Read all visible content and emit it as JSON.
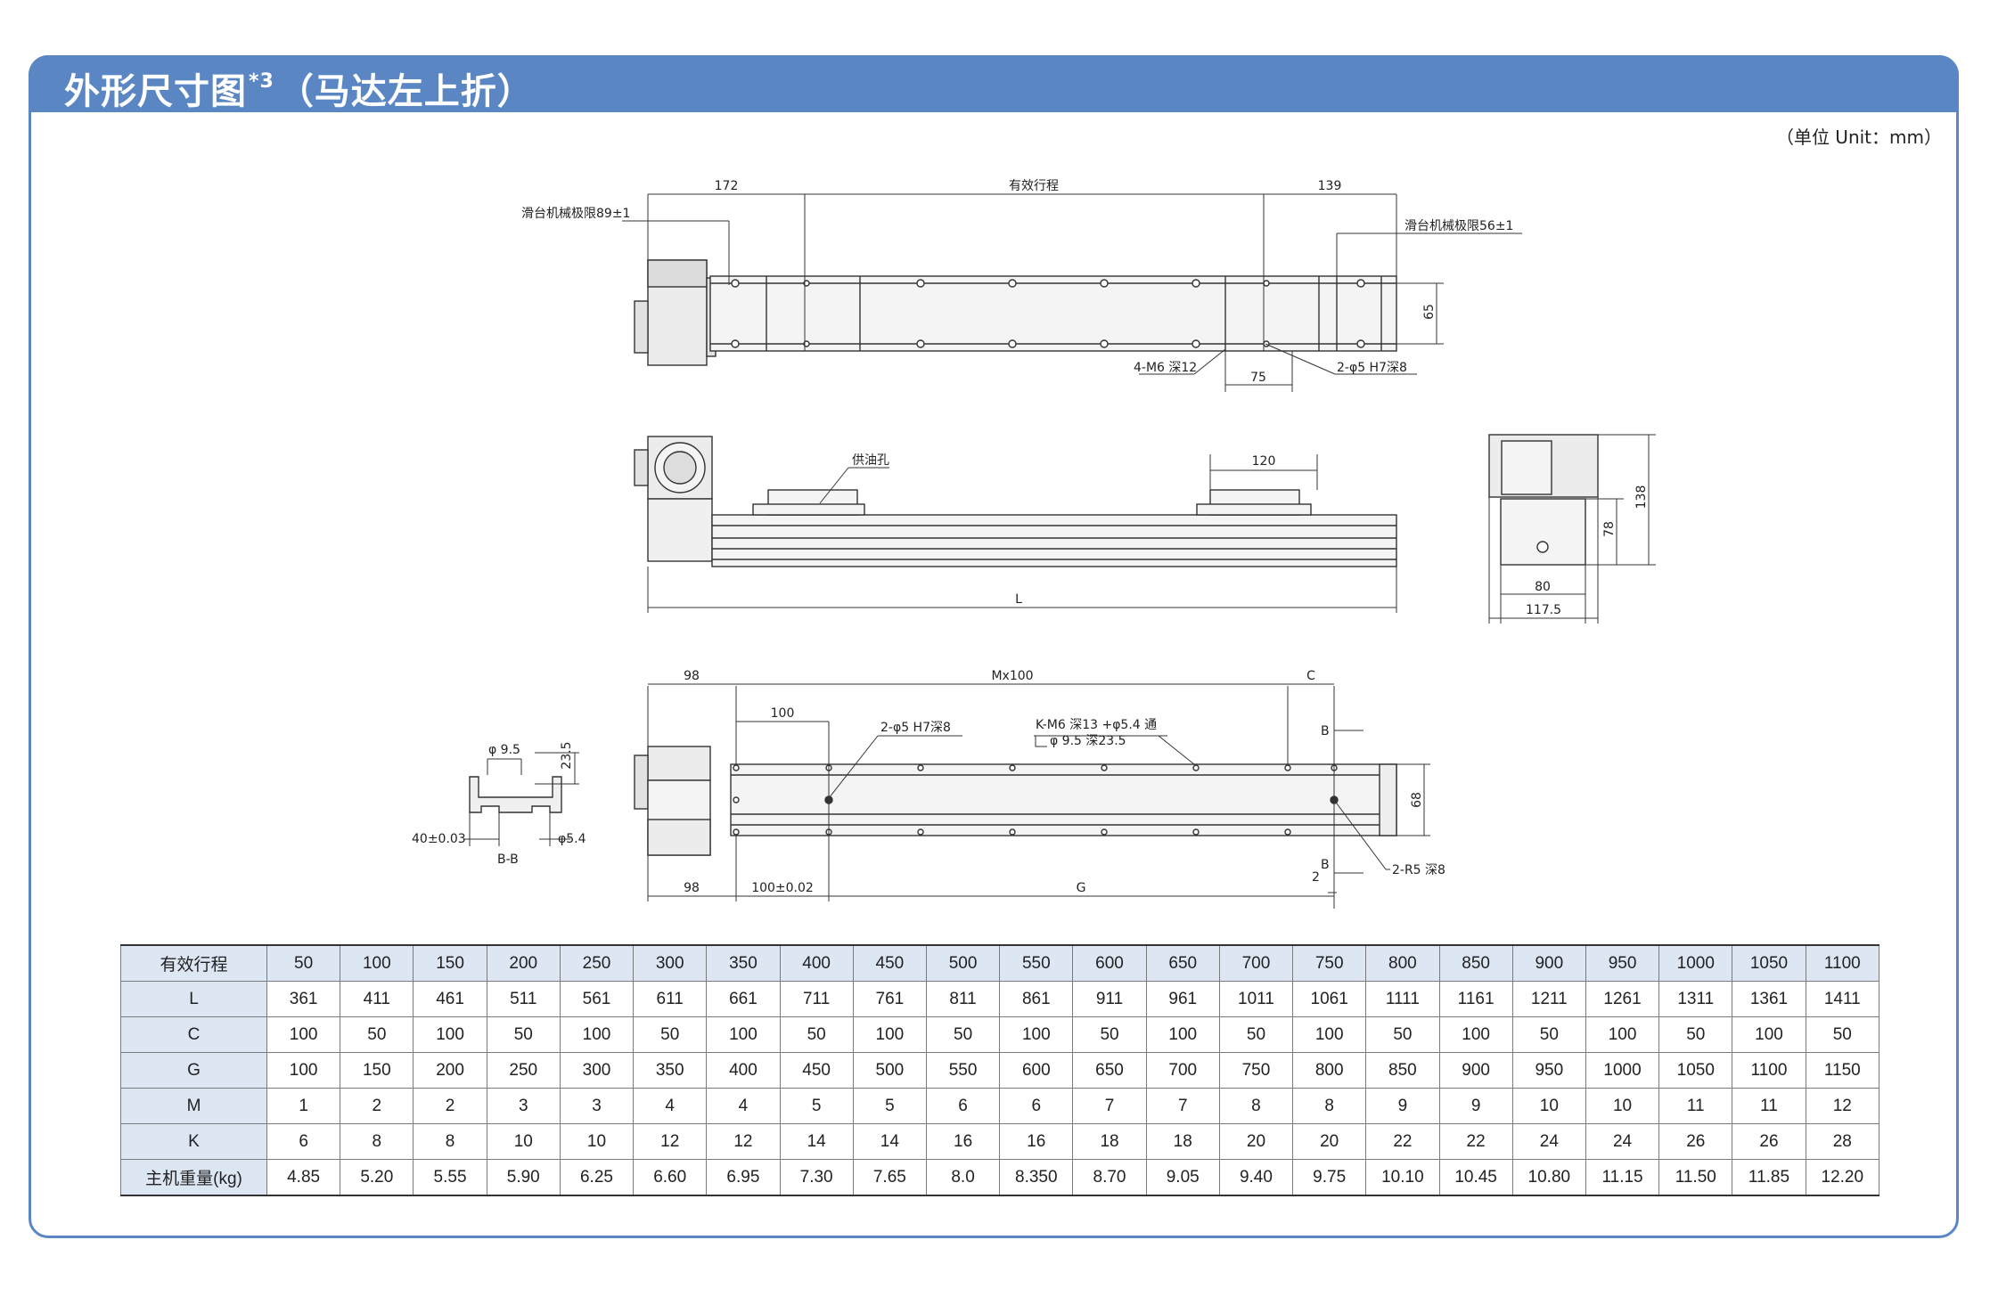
{
  "header": {
    "title": "外形尺寸图",
    "title_sup": "*3",
    "title_suffix": "（马达左上折）",
    "unit_note": "（单位 Unit：mm）"
  },
  "top_view": {
    "dim_172": "172",
    "dim_stroke": "有效行程",
    "dim_139": "139",
    "limit_left": "滑台机械极限89±1",
    "limit_right": "滑台机械极限56±1",
    "dim_65": "65",
    "dim_75": "75",
    "hole_m6": "4-M6 深12",
    "hole_pin": "2-φ5 H7深8"
  },
  "side_view": {
    "oil_hole": "供油孔",
    "dim_120": "120",
    "dim_L": "L"
  },
  "end_view": {
    "dim_138": "138",
    "dim_78": "78",
    "dim_80": "80",
    "dim_117_5": "117.5"
  },
  "bottom_view": {
    "dim_98_top": "98",
    "dim_Mx100": "Mx100",
    "dim_C": "C",
    "dim_100": "100",
    "pin_hole": "2-φ5 H7深8",
    "k_holes_1": "K-M6 深13 +φ5.4 通",
    "k_holes_2": "φ 9.5 深23.5",
    "section_B_top": "B",
    "section_B_bottom": "B",
    "dim_68": "68",
    "dim_2": "2",
    "r5": "2-R5 深8",
    "dim_98_bottom": "98",
    "dim_100_tol": "100±0.02",
    "dim_G": "G"
  },
  "section_bb": {
    "dim_9_5": "φ 9.5",
    "dim_23_5": "23.5",
    "dim_40": "40±0.03",
    "dim_5_4": "φ5.4",
    "label": "B-B"
  },
  "spec_table": {
    "rows": [
      {
        "label": "有效行程",
        "values": [
          "50",
          "100",
          "150",
          "200",
          "250",
          "300",
          "350",
          "400",
          "450",
          "500",
          "550",
          "600",
          "650",
          "700",
          "750",
          "800",
          "850",
          "900",
          "950",
          "1000",
          "1050",
          "1100"
        ]
      },
      {
        "label": "L",
        "values": [
          "361",
          "411",
          "461",
          "511",
          "561",
          "611",
          "661",
          "711",
          "761",
          "811",
          "861",
          "911",
          "961",
          "1011",
          "1061",
          "1111",
          "1161",
          "1211",
          "1261",
          "1311",
          "1361",
          "1411"
        ]
      },
      {
        "label": "C",
        "values": [
          "100",
          "50",
          "100",
          "50",
          "100",
          "50",
          "100",
          "50",
          "100",
          "50",
          "100",
          "50",
          "100",
          "50",
          "100",
          "50",
          "100",
          "50",
          "100",
          "50",
          "100",
          "50"
        ]
      },
      {
        "label": "G",
        "values": [
          "100",
          "150",
          "200",
          "250",
          "300",
          "350",
          "400",
          "450",
          "500",
          "550",
          "600",
          "650",
          "700",
          "750",
          "800",
          "850",
          "900",
          "950",
          "1000",
          "1050",
          "1100",
          "1150"
        ]
      },
      {
        "label": "M",
        "values": [
          "1",
          "2",
          "2",
          "3",
          "3",
          "4",
          "4",
          "5",
          "5",
          "6",
          "6",
          "7",
          "7",
          "8",
          "8",
          "9",
          "9",
          "10",
          "10",
          "11",
          "11",
          "12"
        ]
      },
      {
        "label": "K",
        "values": [
          "6",
          "8",
          "8",
          "10",
          "10",
          "12",
          "12",
          "14",
          "14",
          "16",
          "16",
          "18",
          "18",
          "20",
          "20",
          "22",
          "22",
          "24",
          "24",
          "26",
          "26",
          "28"
        ]
      },
      {
        "label": "主机重量(kg)",
        "values": [
          "4.85",
          "5.20",
          "5.55",
          "5.90",
          "6.25",
          "6.60",
          "6.95",
          "7.30",
          "7.65",
          "8.0",
          "8.350",
          "8.70",
          "9.05",
          "9.40",
          "9.75",
          "10.10",
          "10.45",
          "10.80",
          "11.15",
          "11.50",
          "11.85",
          "12.20"
        ]
      }
    ]
  }
}
